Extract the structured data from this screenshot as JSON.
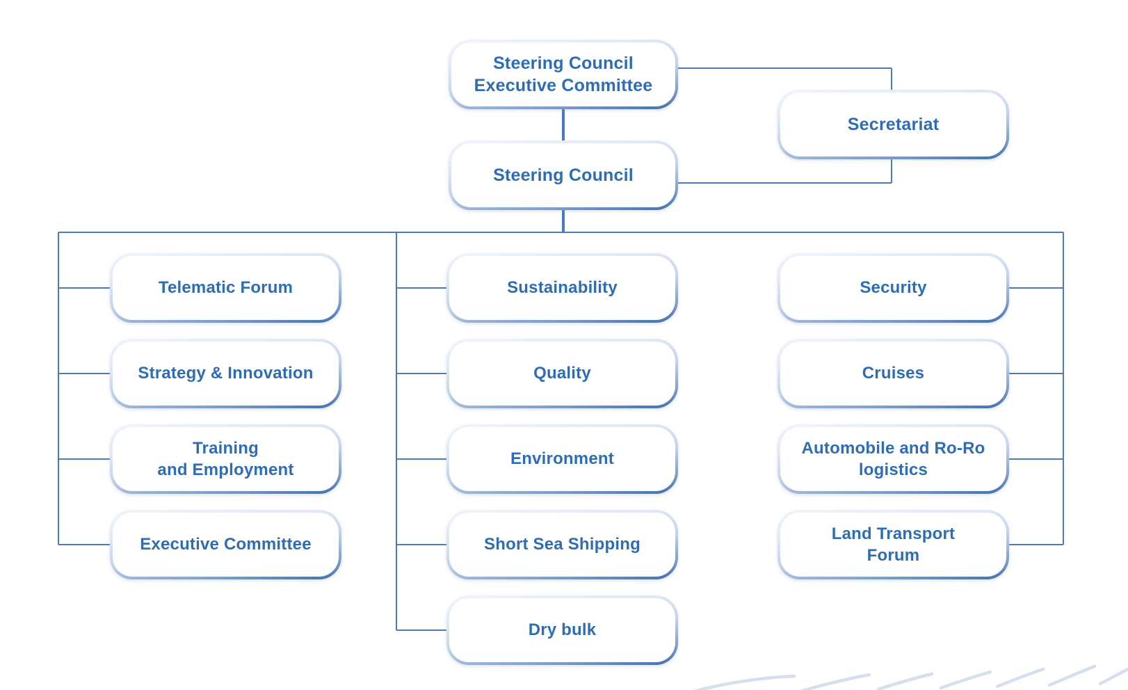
{
  "diagram": {
    "type": "org-chart",
    "nodes": {
      "steering_council_executive_committee": "Steering Council\nExecutive Committee",
      "steering_council": "Steering Council",
      "secretariat": "Secretariat",
      "telematic_forum": "Telematic Forum",
      "strategy_innovation": "Strategy & Innovation",
      "training_employment": "Training\nand Employment",
      "executive_committee": "Executive Committee",
      "sustainability": "Sustainability",
      "quality": "Quality",
      "environment": "Environment",
      "short_sea_shipping": "Short Sea Shipping",
      "dry_bulk": "Dry bulk",
      "security": "Security",
      "cruises": "Cruises",
      "automobile_roro_logistics": "Automobile and Ro-Ro\nlogistics",
      "land_transport_forum": "Land Transport\nForum"
    },
    "edges": [
      [
        "steering_council_executive_committee",
        "steering_council"
      ],
      [
        "steering_council_executive_committee",
        "secretariat"
      ],
      [
        "steering_council",
        "secretariat"
      ],
      [
        "steering_council",
        "telematic_forum"
      ],
      [
        "steering_council",
        "strategy_innovation"
      ],
      [
        "steering_council",
        "training_employment"
      ],
      [
        "steering_council",
        "executive_committee"
      ],
      [
        "steering_council",
        "sustainability"
      ],
      [
        "steering_council",
        "quality"
      ],
      [
        "steering_council",
        "environment"
      ],
      [
        "steering_council",
        "short_sea_shipping"
      ],
      [
        "steering_council",
        "dry_bulk"
      ],
      [
        "steering_council",
        "security"
      ],
      [
        "steering_council",
        "cruises"
      ],
      [
        "steering_council",
        "automobile_roro_logistics"
      ],
      [
        "steering_council",
        "land_transport_forum"
      ]
    ],
    "columns": {
      "left": [
        "telematic_forum",
        "strategy_innovation",
        "training_employment",
        "executive_committee"
      ],
      "middle": [
        "sustainability",
        "quality",
        "environment",
        "short_sea_shipping",
        "dry_bulk"
      ],
      "right": [
        "security",
        "cruises",
        "automobile_roro_logistics",
        "land_transport_forum"
      ]
    }
  },
  "colors": {
    "node_text": "#2e6db5",
    "connector": "#4d79b6",
    "connector_thick": "#4a7ac1",
    "node_border_dark": "#3e6cac",
    "node_border_light": "#e9effa",
    "node_fill": "#ffffff",
    "wave": "#d6dff0",
    "background": "#ffffff"
  }
}
